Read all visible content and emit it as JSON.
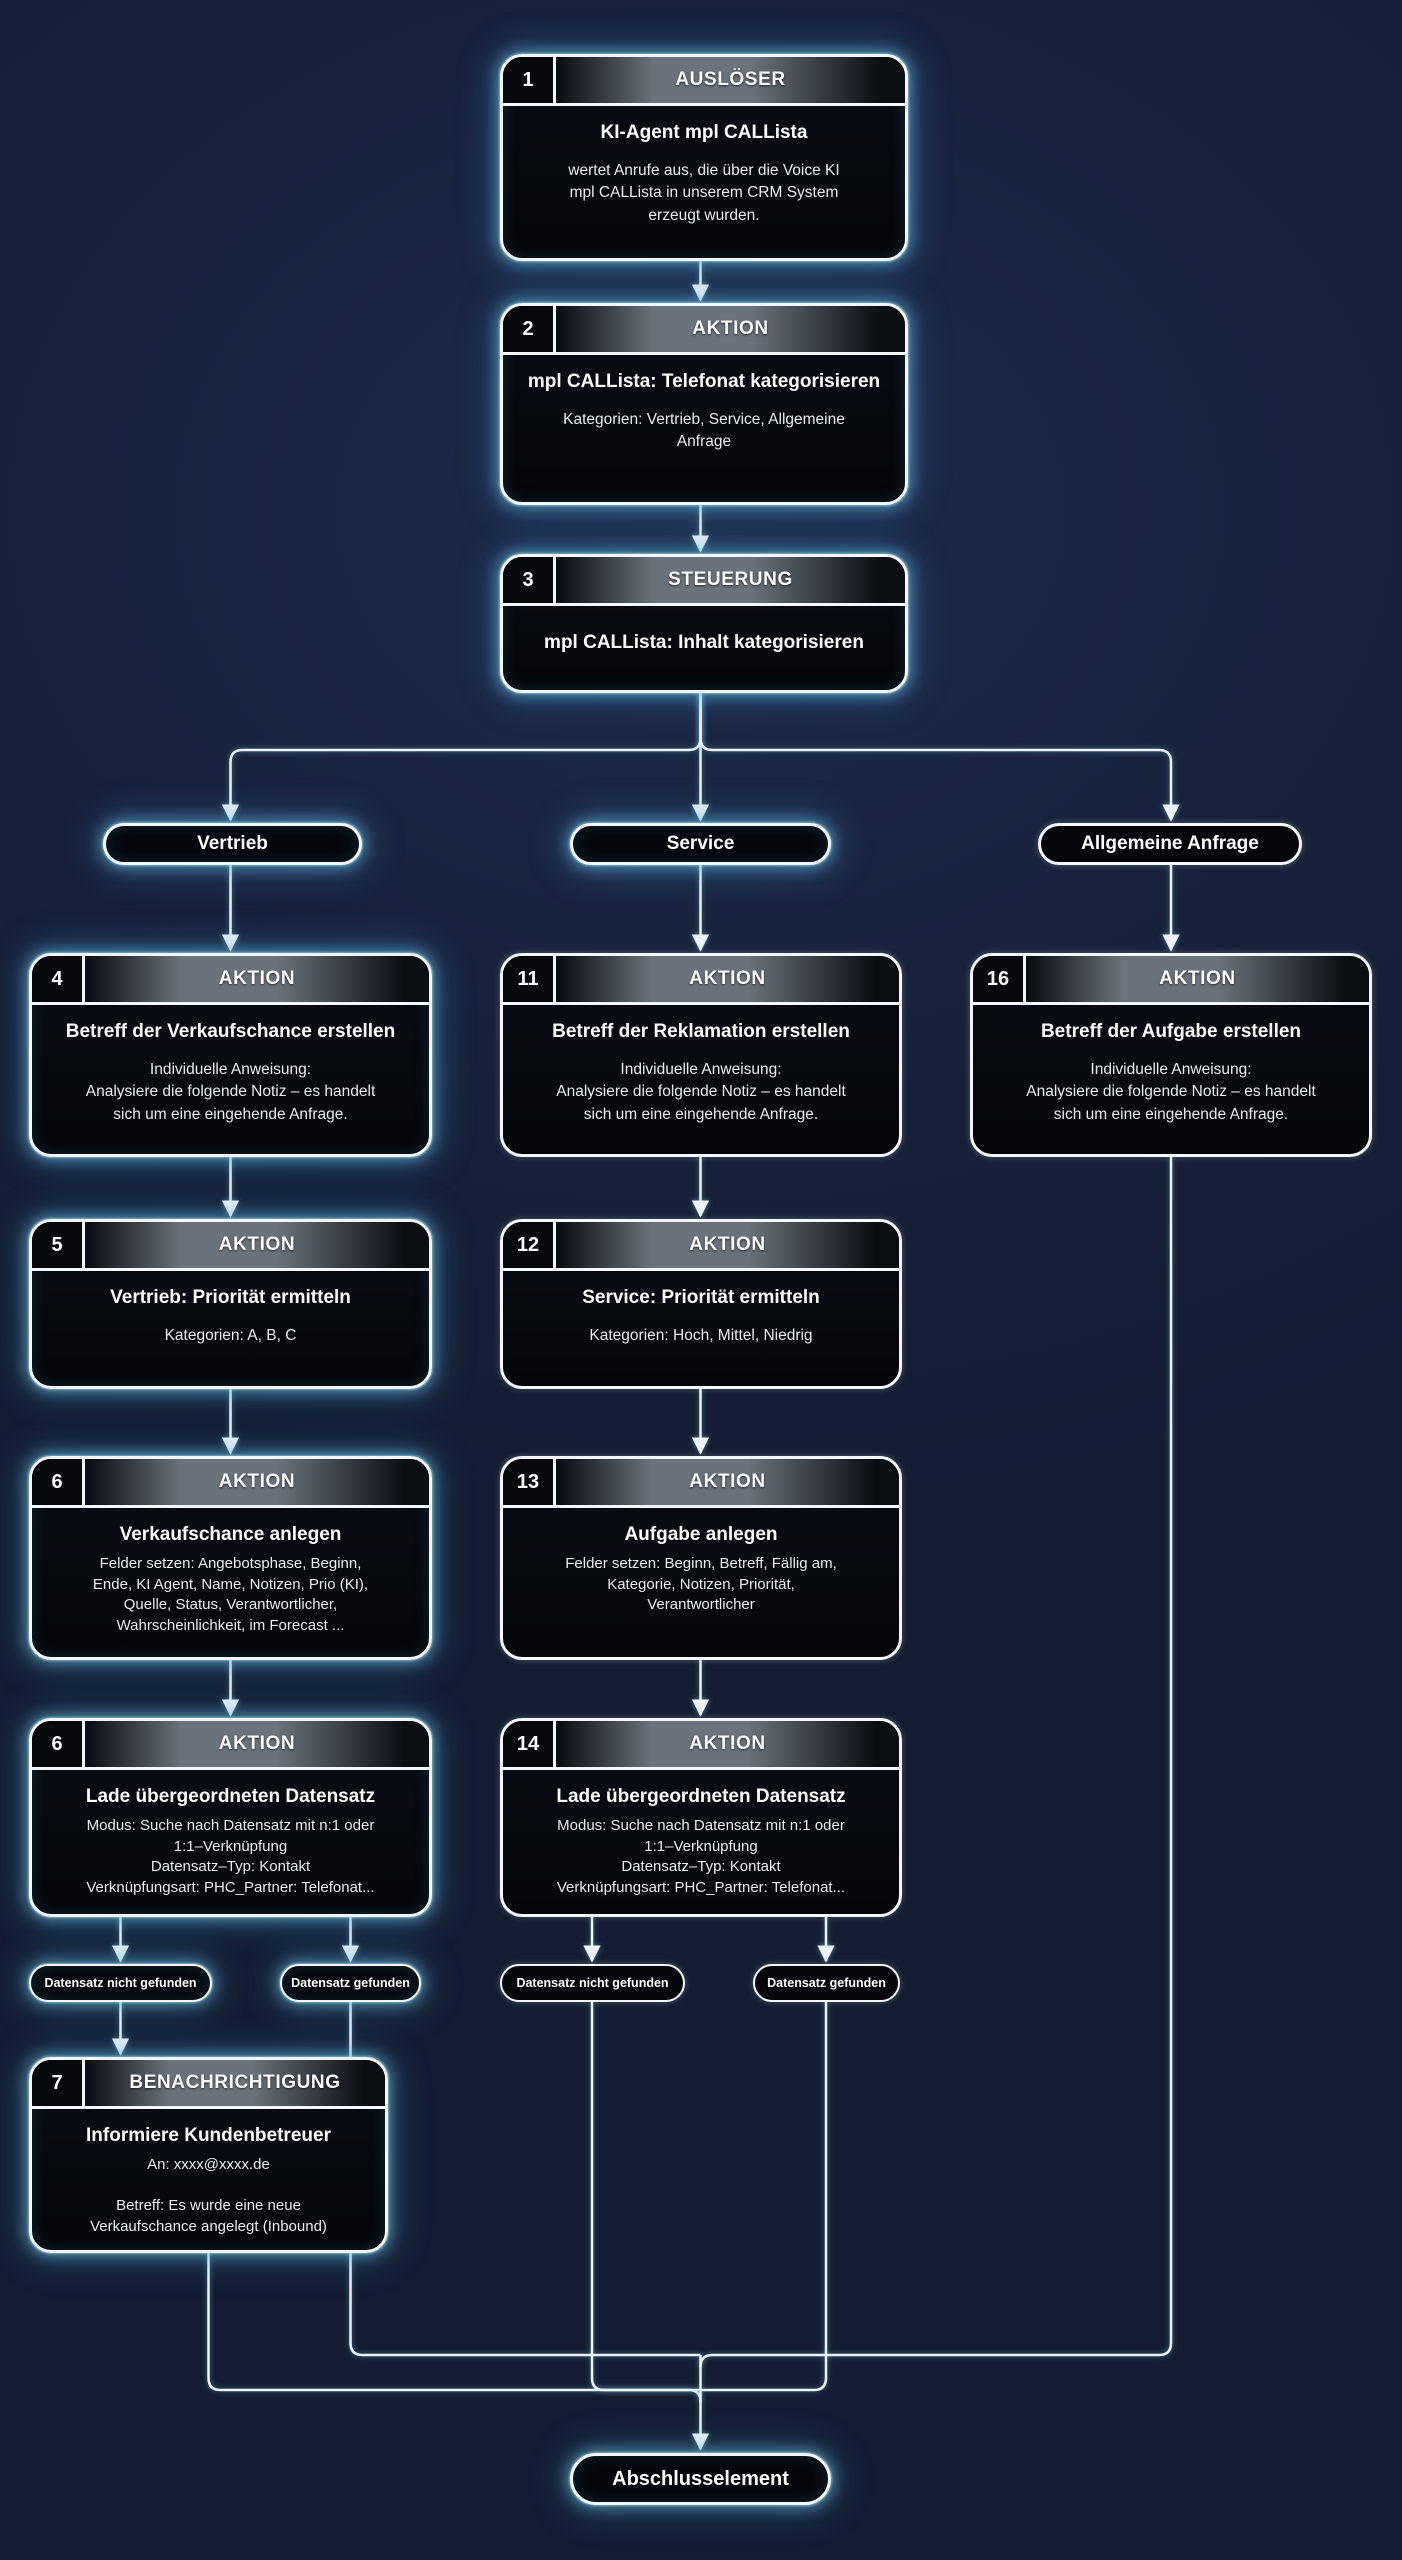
{
  "nodes": {
    "n1": {
      "num": "1",
      "type": "AUSLÖSER",
      "title": "KI-Agent mpl CALLista",
      "body": "wertet Anrufe aus, die über die Voice KI\nmpl CALLista in unserem CRM System\nerzeugt wurden."
    },
    "n2": {
      "num": "2",
      "type": "AKTION",
      "title": "mpl CALLista: Telefonat kategorisieren",
      "body": "Kategorien: Vertrieb, Service, Allgemeine\nAnfrage"
    },
    "n3": {
      "num": "3",
      "type": "STEUERUNG",
      "title": "mpl CALLista: Inhalt kategorisieren",
      "body": ""
    },
    "n4": {
      "num": "4",
      "type": "AKTION",
      "title": "Betreff der Verkaufschance erstellen",
      "body": "Individuelle Anweisung:\nAnalysiere die folgende Notiz – es handelt\nsich um eine eingehende Anfrage."
    },
    "n5": {
      "num": "5",
      "type": "AKTION",
      "title": "Vertrieb: Priorität ermitteln",
      "body": "Kategorien: A, B, C"
    },
    "n6": {
      "num": "6",
      "type": "AKTION",
      "title": "Verkaufschance anlegen",
      "body": "Felder setzen: Angebotsphase, Beginn,\nEnde, KI Agent, Name, Notizen, Prio (KI),\nQuelle, Status, Verantwortlicher,\nWahrscheinlichkeit, im Forecast ..."
    },
    "n6b": {
      "num": "6",
      "type": "AKTION",
      "title": "Lade übergeordneten Datensatz",
      "body": "Modus: Suche nach Datensatz mit n:1 oder\n1:1–Verknüpfung\nDatensatz–Typ: Kontakt\nVerknüpfungsart: PHC_Partner: Telefonat..."
    },
    "n7": {
      "num": "7",
      "type": "BENACHRICHTIGUNG",
      "title": "Informiere Kundenbetreuer",
      "body": "An: xxxx@xxxx.de\n\nBetreff: Es wurde eine neue\nVerkaufschance angelegt (Inbound)"
    },
    "n11": {
      "num": "11",
      "type": "AKTION",
      "title": "Betreff der Reklamation erstellen",
      "body": "Individuelle Anweisung:\nAnalysiere die folgende Notiz – es handelt\nsich um eine eingehende Anfrage."
    },
    "n12": {
      "num": "12",
      "type": "AKTION",
      "title": "Service: Priorität ermitteln",
      "body": "Kategorien: Hoch, Mittel, Niedrig"
    },
    "n13": {
      "num": "13",
      "type": "AKTION",
      "title": "Aufgabe anlegen",
      "body": "Felder setzen: Beginn, Betreff, Fällig am,\nKategorie, Notizen, Priorität,\nVerantwortlicher"
    },
    "n14": {
      "num": "14",
      "type": "AKTION",
      "title": "Lade übergeordneten Datensatz",
      "body": "Modus: Suche nach Datensatz mit n:1 oder\n1:1–Verknüpfung\nDatensatz–Typ: Kontakt\nVerknüpfungsart: PHC_Partner: Telefonat..."
    },
    "n16": {
      "num": "16",
      "type": "AKTION",
      "title": "Betreff der Aufgabe erstellen",
      "body": "Individuelle Anweisung:\nAnalysiere die folgende Notiz – es handelt\nsich um eine eingehende Anfrage."
    }
  },
  "branch_labels": {
    "vertrieb": "Vertrieb",
    "service": "Service",
    "allgemein": "Allgemeine Anfrage"
  },
  "outcome_labels": {
    "not_found": "Datensatz nicht gefunden",
    "found": "Datensatz gefunden"
  },
  "end_label": "Abschlusselement",
  "colors": {
    "background": "#17213b",
    "node_fill": "#05070c",
    "stroke": "#f4f7fa",
    "glow": "#6ec3e6"
  }
}
